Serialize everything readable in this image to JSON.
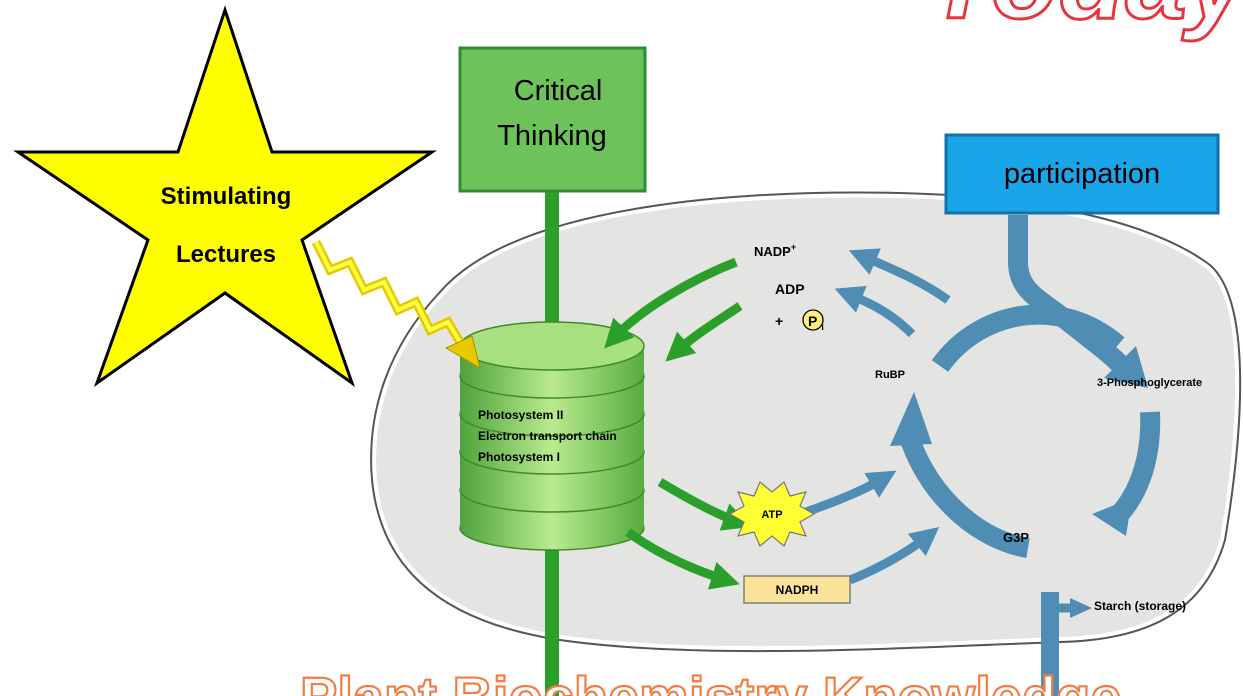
{
  "header": {
    "title_fragment": "Today"
  },
  "footer": {
    "title": "Plant Biochemistry Knowledge"
  },
  "boxes": {
    "critical_thinking": {
      "line1": "Critical",
      "line2": "Thinking"
    },
    "participation": {
      "label": "participation"
    }
  },
  "star": {
    "line1": "Stimulating",
    "line2": "Lectures"
  },
  "labels": {
    "nadp": "NADP",
    "nadp_sup": "+",
    "adp": "ADP",
    "plus": "+",
    "pi": "P",
    "pi_sub": "i",
    "ps2": "Photosystem II",
    "etc": "Electron transport chain",
    "ps1": "Photosystem I",
    "rubp": "RuBP",
    "pga": "3-Phosphoglycerate",
    "atp": "ATP",
    "g3p": "G3P",
    "nadph": "NADPH",
    "starch": "Starch (storage)"
  },
  "colors": {
    "star_fill": "#ffff00",
    "green_box": "#6dc35a",
    "blue_box": "#1aa5e8",
    "arrow_green": "#2aa02a",
    "arrow_blue": "#4f8db4",
    "title_red": "#e8343c",
    "title_orange": "#f47d44"
  }
}
